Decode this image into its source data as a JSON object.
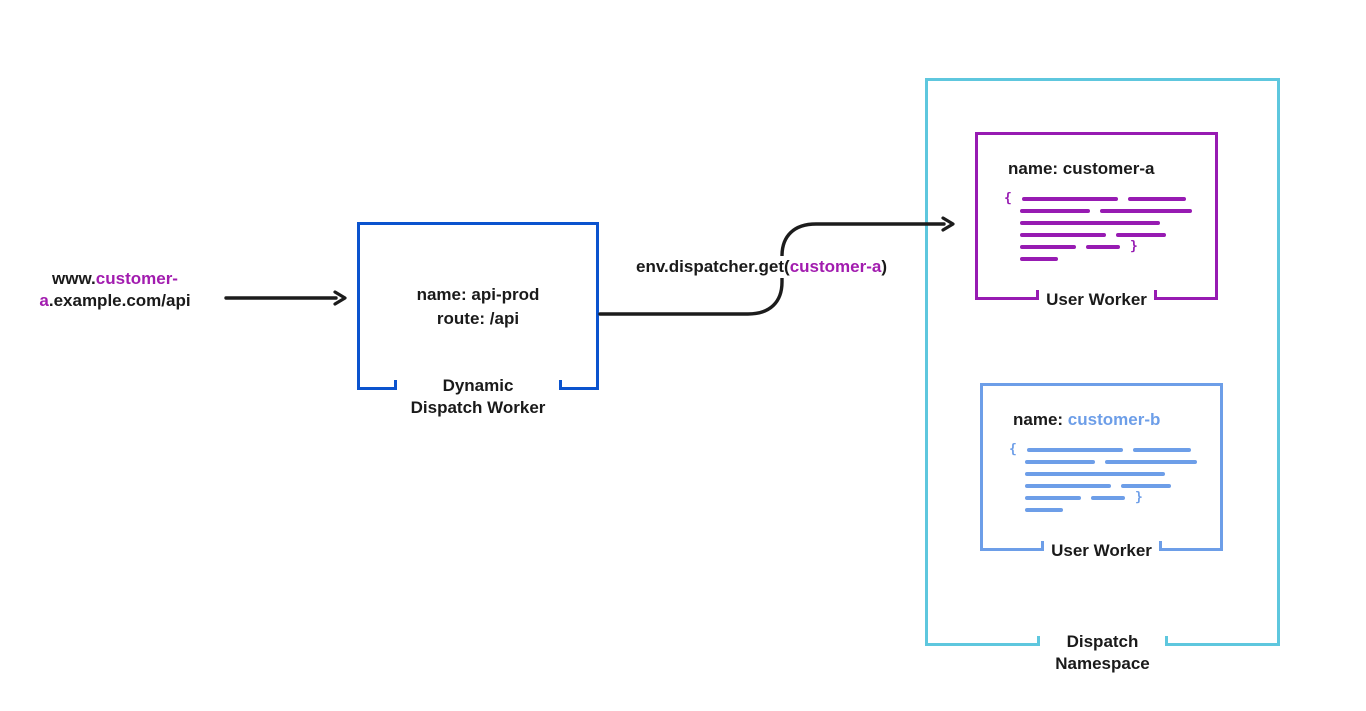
{
  "colors": {
    "purple": "#A21CAF",
    "purple_border": "#971BB2",
    "blue": "#0B53CE",
    "cyan": "#5EC7DE",
    "cornflower": "#6D9EE8",
    "arrow_black": "#1C1C1C"
  },
  "request_url": {
    "part1": "www.",
    "highlight": "customer-a",
    "part2": ".example.com/api"
  },
  "dispatch_worker": {
    "name_line": "name: api-prod",
    "route_line": "route: /api",
    "label_line1": "Dynamic",
    "label_line2": "Dispatch Worker"
  },
  "dispatcher_call": {
    "prefix": "env.dispatcher.get(",
    "argument": "customer-a",
    "suffix": ")"
  },
  "worker_a": {
    "name": "name: customer-a",
    "label": "User Worker",
    "brace_open": "{",
    "brace_close": "}"
  },
  "worker_b": {
    "name_prefix": "name: ",
    "name_value": "customer-b",
    "label": "User Worker",
    "brace_open": "{",
    "brace_close": "}"
  },
  "namespace": {
    "label_line1": "Dispatch",
    "label_line2": "Namespace"
  }
}
